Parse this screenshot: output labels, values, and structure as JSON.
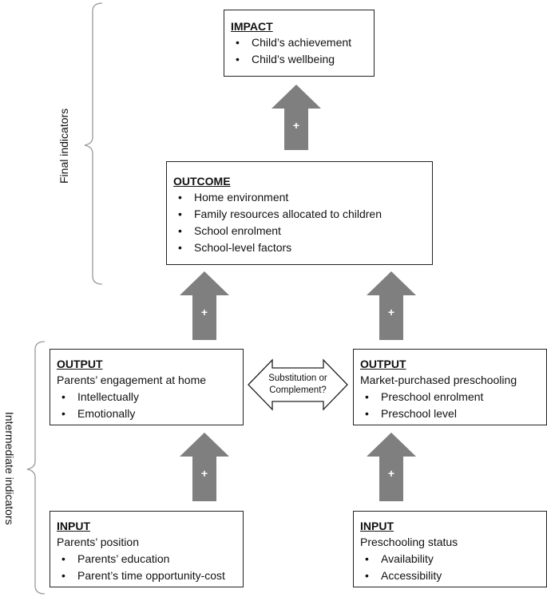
{
  "side_labels": {
    "final": "Final indicators",
    "intermediate": "Intermediate indicators"
  },
  "impact": {
    "title": "IMPACT",
    "items": [
      "Child’s achievement",
      "Child’s wellbeing"
    ]
  },
  "outcome": {
    "title": "OUTCOME",
    "items": [
      "Home environment",
      "Family resources allocated to children",
      "School enrolment",
      "School-level factors"
    ]
  },
  "output_left": {
    "title": "OUTPUT",
    "subtitle": "Parents’ engagement at home",
    "items": [
      "Intellectually",
      "Emotionally"
    ]
  },
  "output_right": {
    "title": "OUTPUT",
    "subtitle": "Market-purchased preschooling",
    "items": [
      "Preschool enrolment",
      "Preschool level"
    ]
  },
  "input_left": {
    "title": "INPUT",
    "subtitle": "Parents’ position",
    "items": [
      "Parents’ education",
      "Parent’s time opportunity-cost"
    ]
  },
  "input_right": {
    "title": "INPUT",
    "subtitle": "Preschooling status",
    "items": [
      "Availability",
      "Accessibility"
    ]
  },
  "double_arrow": {
    "line1": "Substitution or",
    "line2": "Complement?"
  },
  "arrow_sign": "+",
  "colors": {
    "arrow_fill": "#7f7f7f",
    "border": "#222222",
    "bracket": "#999999"
  }
}
